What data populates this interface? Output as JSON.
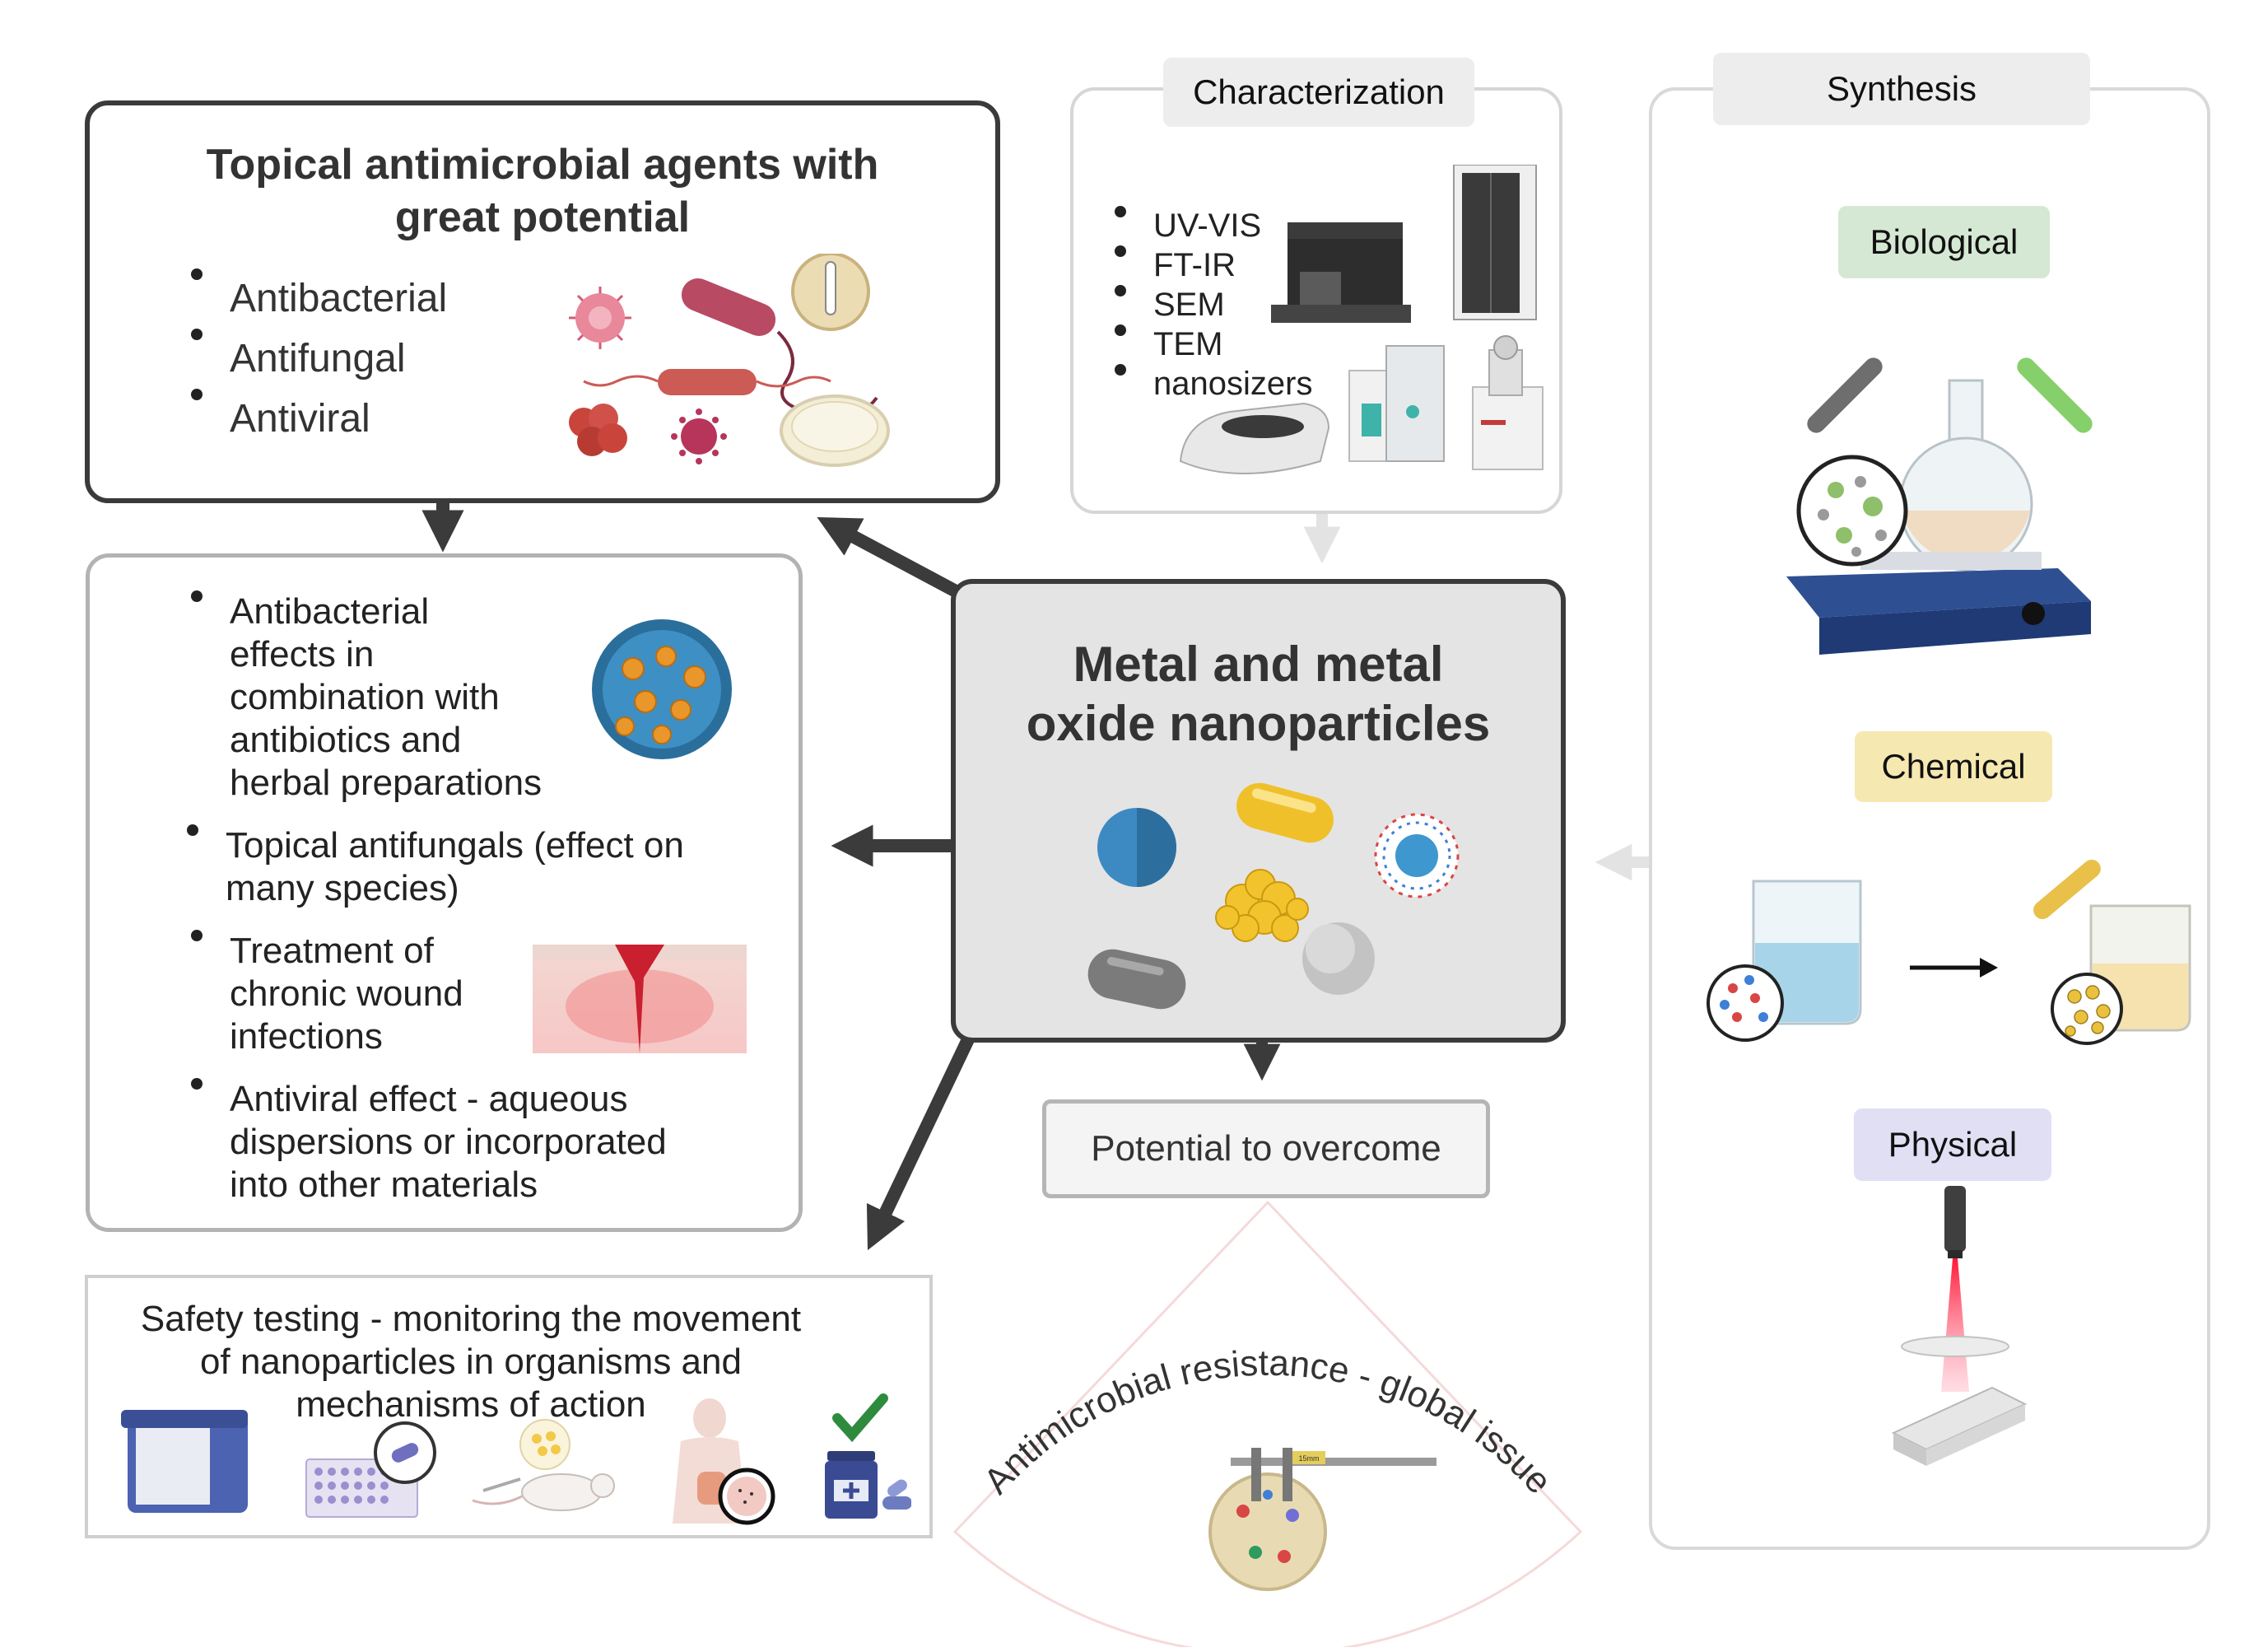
{
  "topical": {
    "title_line1": "Topical antimicrobial agents with",
    "title_line2": "great potential",
    "items": [
      "Antibacterial",
      "Antifungal",
      "Antiviral"
    ]
  },
  "applications": {
    "item1": [
      "Antibacterial",
      "effects in",
      "combination with",
      "antibiotics and",
      "herbal preparations"
    ],
    "item2": [
      "Topical antifungals (effect on",
      "many species)"
    ],
    "item3": [
      "Treatment of",
      "chronic wound",
      "infections"
    ],
    "item4": [
      "Antiviral effect - aqueous",
      "dispersions or incorporated",
      "into other materials"
    ]
  },
  "safety": {
    "lines": [
      "Safety testing - monitoring the movement",
      "of nanoparticles in organisms and",
      "mechanisms of action"
    ]
  },
  "characterization": {
    "title": "Characterization",
    "methods": [
      "UV-VIS",
      "FT-IR",
      "SEM",
      "TEM",
      "nanosizers"
    ]
  },
  "center": {
    "title_line1": "Metal and metal",
    "title_line2": "oxide nanoparticles"
  },
  "potential": {
    "label": "Potential to overcome",
    "arc_text": "Antimicrobial resistance - global issue",
    "caliper_text": "15mm"
  },
  "synthesis": {
    "title": "Synthesis",
    "biological": "Biological",
    "chemical": "Chemical",
    "physical": "Physical"
  },
  "colors": {
    "dark_box_border": "#3a3a3a",
    "light_box_border": "#b3b3b3",
    "center_fill": "#e4e4e4",
    "biological_pill": "#d5e8d4",
    "chemical_pill": "#f6e8b1",
    "physical_pill": "#e1dff4",
    "header_pill": "#ededed",
    "arrow_dark": "#3b3b3b",
    "arrow_light": "#e3e3e3"
  }
}
